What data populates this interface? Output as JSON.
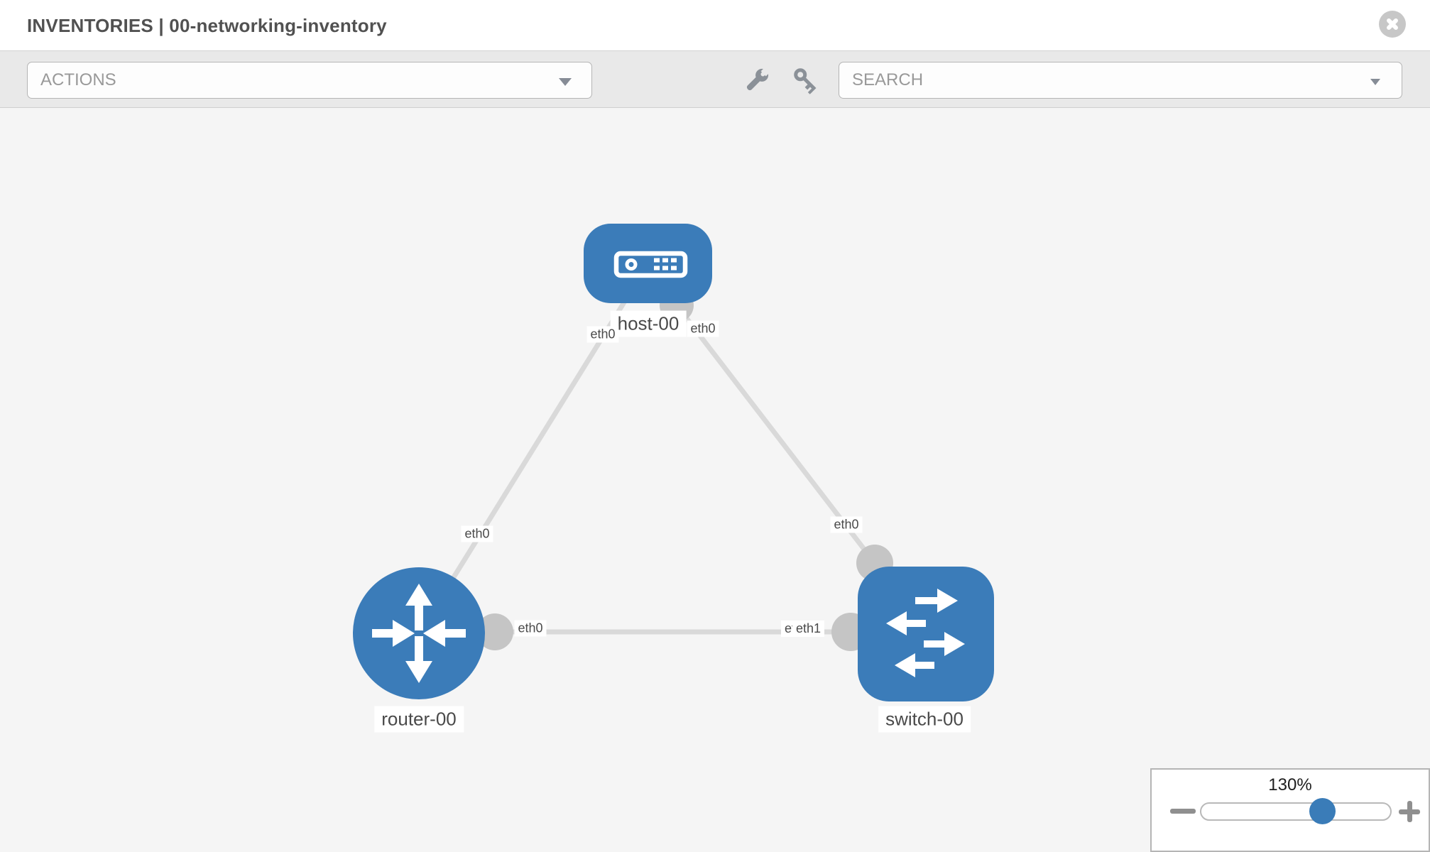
{
  "header": {
    "title": "INVENTORIES | 00-networking-inventory",
    "close_icon": "times-circle-icon"
  },
  "toolbar": {
    "actions_placeholder": "ACTIONS",
    "search_placeholder": "SEARCH",
    "wrench_icon": "wrench-icon",
    "key_icon": "key-icon"
  },
  "topology": {
    "nodes": [
      {
        "label": "host-00",
        "type": "host",
        "icon": "server-icon",
        "shape": "rounded-rect"
      },
      {
        "label": "router-00",
        "type": "router",
        "icon": "router-arrows-icon",
        "shape": "circle"
      },
      {
        "label": "switch-00",
        "type": "switch",
        "icon": "switch-arrows-icon",
        "shape": "rounded-square"
      }
    ],
    "links": [
      {
        "from": "host-00",
        "to": "router-00",
        "from_interface": "eth0",
        "to_interface": "eth0"
      },
      {
        "from": "host-00",
        "to": "switch-00",
        "from_interface": "eth0",
        "to_interface": "eth0"
      },
      {
        "from": "router-00",
        "to": "switch-00",
        "from_interface": "eth0",
        "to_interface": "eth1"
      }
    ],
    "interface_labels": {
      "host_router_host_end": "eth0",
      "host_router_router_end": "eth0",
      "host_switch_host_end": "eth0",
      "host_switch_switch_end": "eth0",
      "router_switch_router_end": "eth0",
      "router_switch_switch_end_back": "eth0",
      "router_switch_switch_end_front": "eth1"
    }
  },
  "zoom_control": {
    "level": "130%",
    "minus_icon": "minus-icon",
    "plus_icon": "plus-icon"
  },
  "colors": {
    "node_blue": "#3b7cb9",
    "link_gray": "#d9d9d9",
    "dot_gray": "#c5c5c5",
    "toolbar_bg": "#e9e9e9",
    "canvas_bg": "#f5f5f5",
    "border_gray": "#b5b5b5",
    "text_dark": "#4a4a4a",
    "placeholder_gray": "#999999",
    "icon_gray": "#8b9198",
    "slider_thumb_blue": "#3a7cb8"
  }
}
